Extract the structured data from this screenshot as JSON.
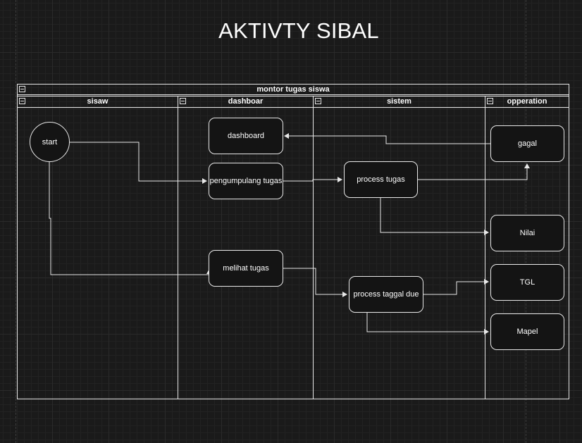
{
  "diagram": {
    "title": "AKTIVTY SIBAL",
    "pool": {
      "label": "montor tugas siswa"
    },
    "lanes": [
      {
        "id": "sisaw",
        "label": "sisaw"
      },
      {
        "id": "dashboar",
        "label": "dashboar"
      },
      {
        "id": "sistem",
        "label": "sistem"
      },
      {
        "id": "opperation",
        "label": "opperation"
      }
    ],
    "nodes": {
      "start": "start",
      "dashboard": "dashboard",
      "pengumpulang": "pengumpulang tugas",
      "melihat": "melihat tugas",
      "process_tugas": "process tugas",
      "process_taggal": "process taggal due",
      "gagal": "gagal",
      "nilai": "Nilai",
      "tgl": "TGL",
      "mapel": "Mapel"
    },
    "edges": [
      {
        "from": "start",
        "to": "pengumpulang"
      },
      {
        "from": "start",
        "to": "melihat"
      },
      {
        "from": "pengumpulang",
        "to": "process_tugas"
      },
      {
        "from": "process_tugas",
        "to": "gagal"
      },
      {
        "from": "process_tugas",
        "to": "nilai"
      },
      {
        "from": "gagal",
        "to": "dashboard"
      },
      {
        "from": "melihat",
        "to": "process_taggal"
      },
      {
        "from": "process_taggal",
        "to": "tgl"
      },
      {
        "from": "process_taggal",
        "to": "mapel"
      }
    ],
    "colors": {
      "background": "#1a1a1a",
      "stroke": "#e8e8e8",
      "node_fill": "#141414",
      "text": "#ffffff"
    }
  }
}
